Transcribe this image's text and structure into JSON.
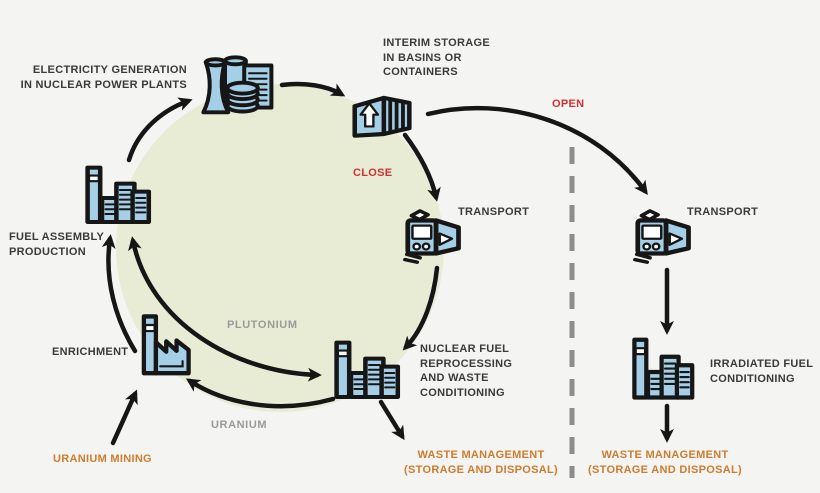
{
  "diagram": {
    "cycle": {
      "close_label": "CLOSE",
      "open_label": "OPEN"
    },
    "nodes": {
      "electricity": "ELECTRICITY GENERATION\nIN NUCLEAR POWER PLANTS",
      "interim_storage": "INTERIM STORAGE\nIN BASINS OR\nCONTAINERS",
      "transport_left": "TRANSPORT",
      "transport_right": "TRANSPORT",
      "fuel_assembly": "FUEL ASSEMBLY\nPRODUCTION",
      "enrichment": "ENRICHMENT",
      "uranium_mining": "URANIUM MINING",
      "reprocessing": "NUCLEAR FUEL\nREPROCESSING\nAND WASTE\nCONDITIONING",
      "irradiated_fuel": "IRRADIATED FUEL\nCONDITIONING",
      "waste_left": "WASTE MANAGEMENT\n(STORAGE AND DISPOSAL)",
      "waste_right": "WASTE MANAGEMENT\n(STORAGE AND DISPOSAL)"
    },
    "flows": {
      "plutonium": "PLUTONIUM",
      "uranium": "URANIUM"
    },
    "icons": {
      "power_plant": "power-plant-icon",
      "storage_container": "storage-container-icon",
      "transport_truck": "transport-truck-icon",
      "factory": "factory-icon",
      "enrichment_factory": "enrichment-factory-icon"
    },
    "colors": {
      "background": "#f4f4f2",
      "circle_fill": "#e8ecd5",
      "icon_fill": "#a5cfe7",
      "outline": "#161616",
      "text": "#3a3a3a",
      "red": "#d23030",
      "orange": "#cf7c2e",
      "gray": "#9a9a9a",
      "dash": "#8d8d8d"
    }
  }
}
